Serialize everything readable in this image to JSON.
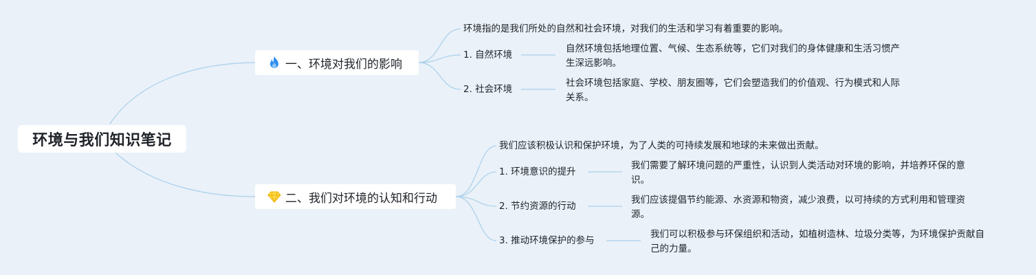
{
  "root": {
    "title": "环境与我们知识笔记"
  },
  "branches": [
    {
      "icon": "fire-icon",
      "title": "一、环境对我们的影响",
      "summary": "环境指的是我们所处的自然和社会环境，对我们的生活和学习有着重要的影响。",
      "items": [
        {
          "label": "1. 自然环境",
          "detail": "自然环境包括地理位置、气候、生态系统等，它们对我们的身体健康和生活习惯产生深远影响。"
        },
        {
          "label": "2. 社会环境",
          "detail": "社会环境包括家庭、学校、朋友圈等，它们会塑造我们的价值观、行为模式和人际关系。"
        }
      ]
    },
    {
      "icon": "diamond-icon",
      "title": "二、我们对环境的认知和行动",
      "summary": "我们应该积极认识和保护环境，为了人类的可持续发展和地球的未来做出贡献。",
      "items": [
        {
          "label": "1. 环境意识的提升",
          "detail": "我们需要了解环境问题的严重性，认识到人类活动对环境的影响，并培养环保的意识。"
        },
        {
          "label": "2. 节约资源的行动",
          "detail": "我们应该提倡节约能源、水资源和物资，减少浪费，以可持续的方式利用和管理资源。"
        },
        {
          "label": "3. 推动环境保护的参与",
          "detail": "我们可以积极参与环保组织和活动，如植树造林、垃圾分类等，为环境保护贡献自己的力量。"
        }
      ]
    }
  ]
}
